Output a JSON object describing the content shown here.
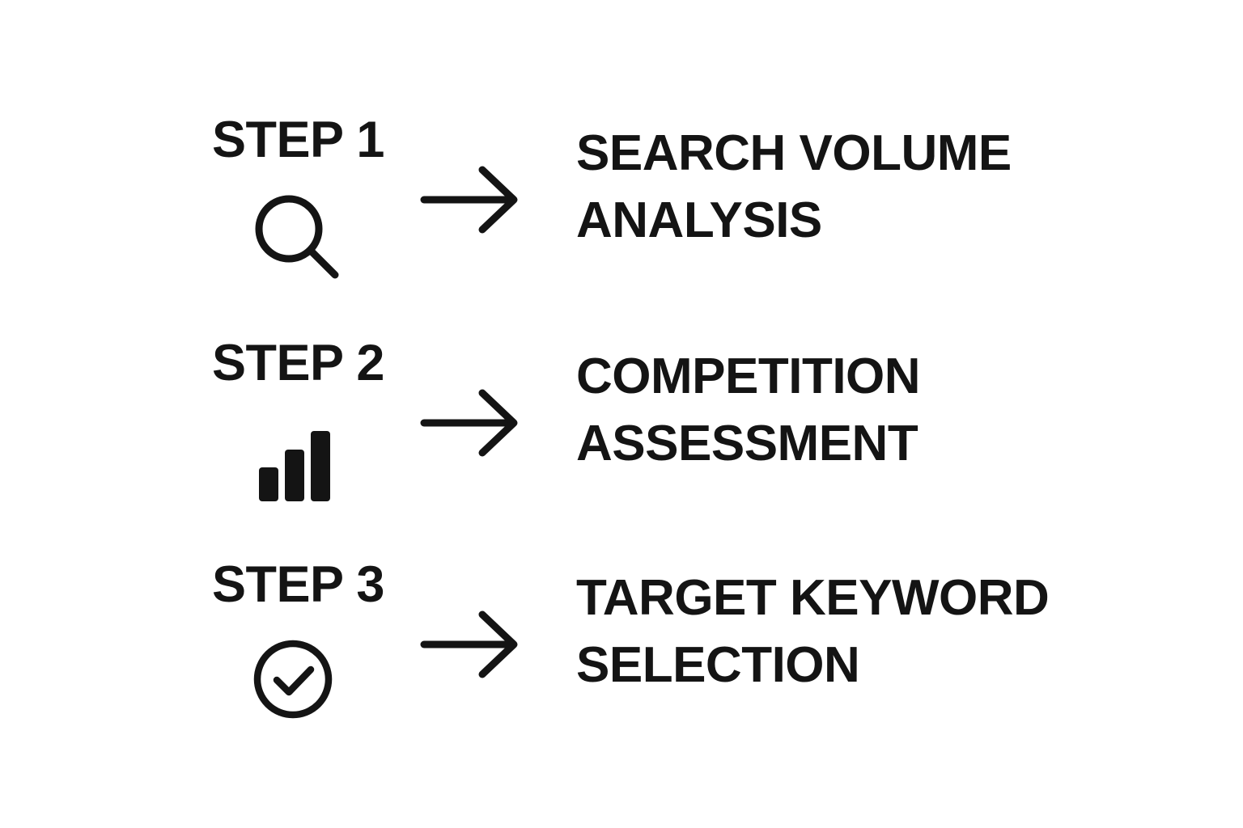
{
  "theme": {
    "background": "#ffffff",
    "ink": "#141414"
  },
  "diagram": {
    "type": "process-steps",
    "orientation": "vertical-list",
    "step_count": 3,
    "steps": [
      {
        "label": "STEP 1",
        "icon": "magnifier-icon",
        "connector": "arrow-right-icon",
        "title_line_1": "SEARCH VOLUME",
        "title_line_2": "ANALYSIS"
      },
      {
        "label": "STEP 2",
        "icon": "bar-chart-icon",
        "connector": "arrow-right-icon",
        "title_line_1": "COMPETITION",
        "title_line_2": "ASSESSMENT"
      },
      {
        "label": "STEP 3",
        "icon": "check-circle-icon",
        "connector": "arrow-right-icon",
        "title_line_1": "TARGET KEYWORD",
        "title_line_2": "SELECTION"
      }
    ]
  }
}
